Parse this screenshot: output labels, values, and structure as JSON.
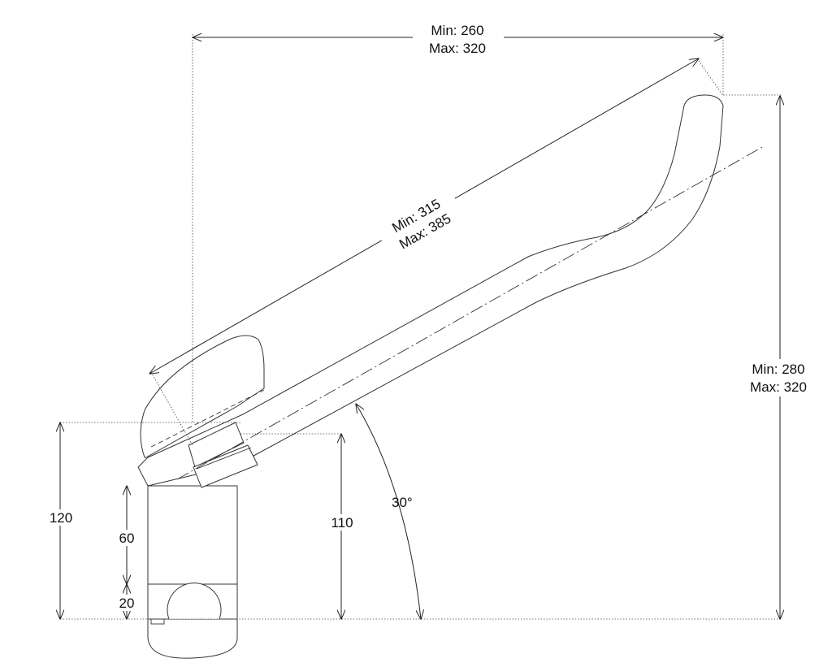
{
  "dimensions": {
    "top_width": {
      "min": "Min: 260",
      "max": "Max: 320"
    },
    "arm_length": {
      "min": "Min: 315",
      "max": "Max: 385"
    },
    "right_height": {
      "min": "Min: 280",
      "max": "Max: 320"
    },
    "left_height": "120",
    "post_upper": "60",
    "post_lower": "20",
    "clamp_height": "110",
    "angle": "30°"
  }
}
